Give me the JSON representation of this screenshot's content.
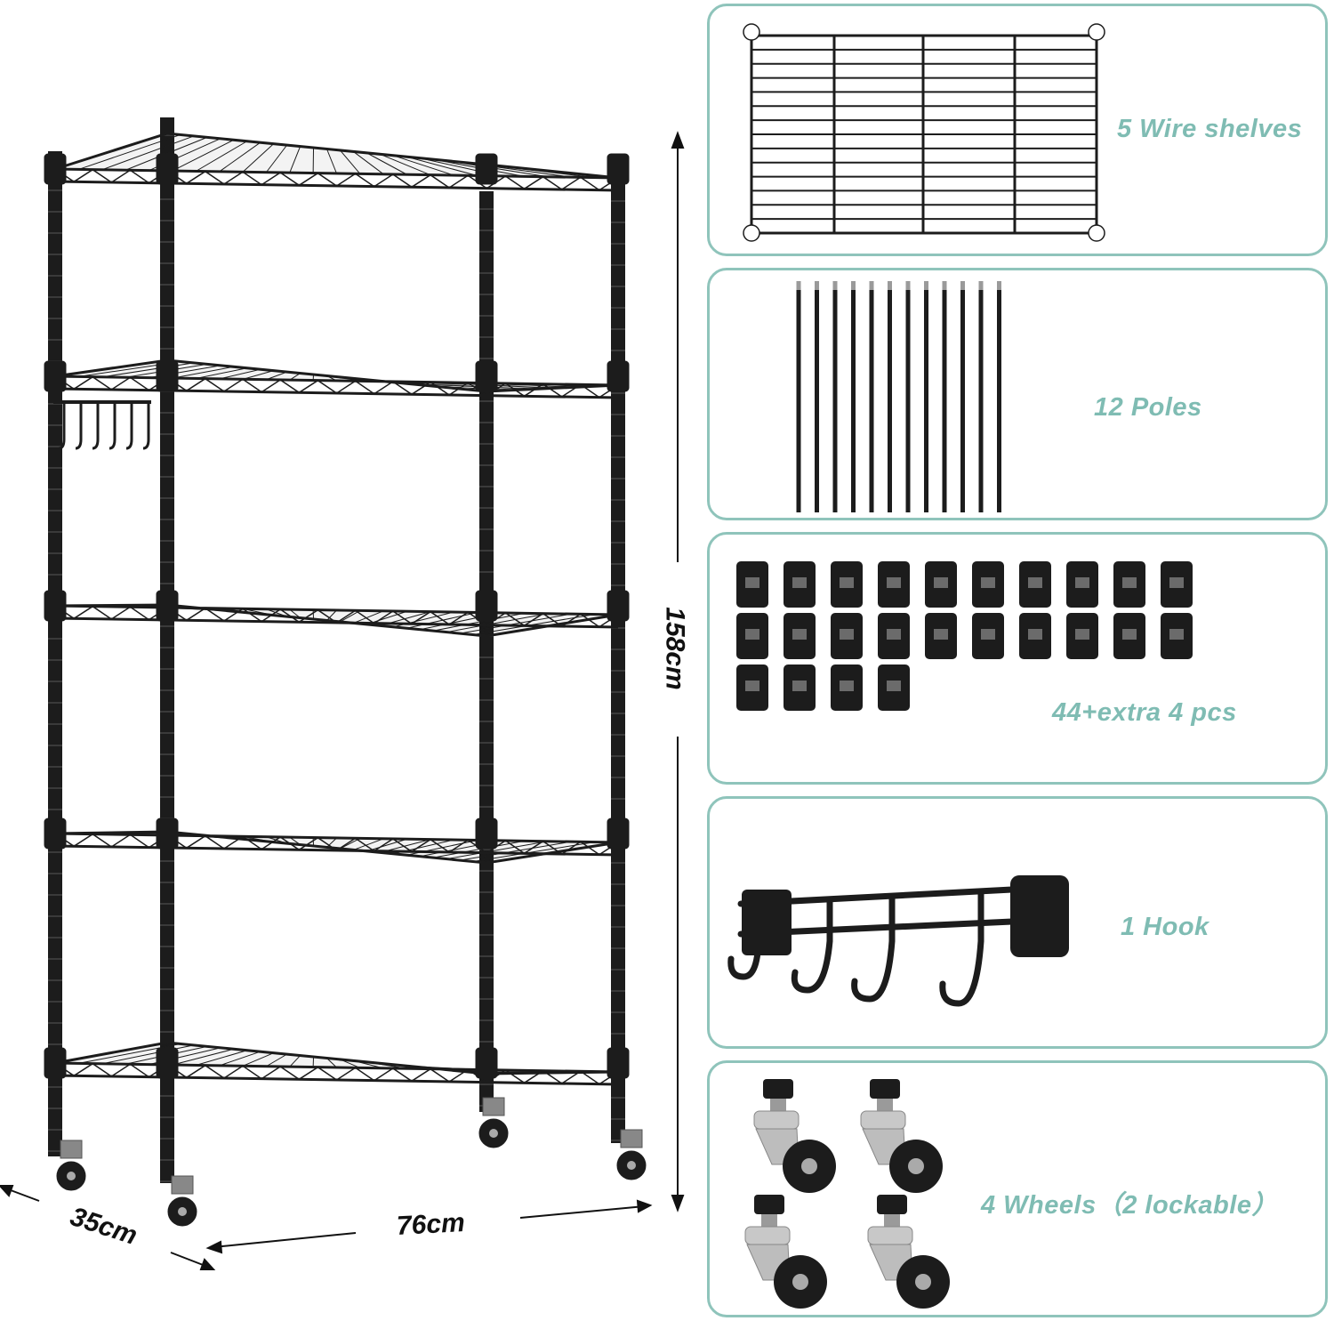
{
  "dimensions": {
    "height": "158cm",
    "width": "76cm",
    "depth": "35cm"
  },
  "components": [
    {
      "label": "5 Wire shelves",
      "icon": "wire-shelf-icon"
    },
    {
      "label": "12 Poles",
      "icon": "poles-icon"
    },
    {
      "label": "44+extra 4 pcs",
      "icon": "clips-icon"
    },
    {
      "label": "1 Hook",
      "icon": "hook-icon"
    },
    {
      "label": "4 Wheels（2 lockable）",
      "icon": "wheels-icon"
    }
  ],
  "colors": {
    "accent": "#7fbcb3",
    "border": "#8fc4bb",
    "metal": "#1c1c1c"
  }
}
